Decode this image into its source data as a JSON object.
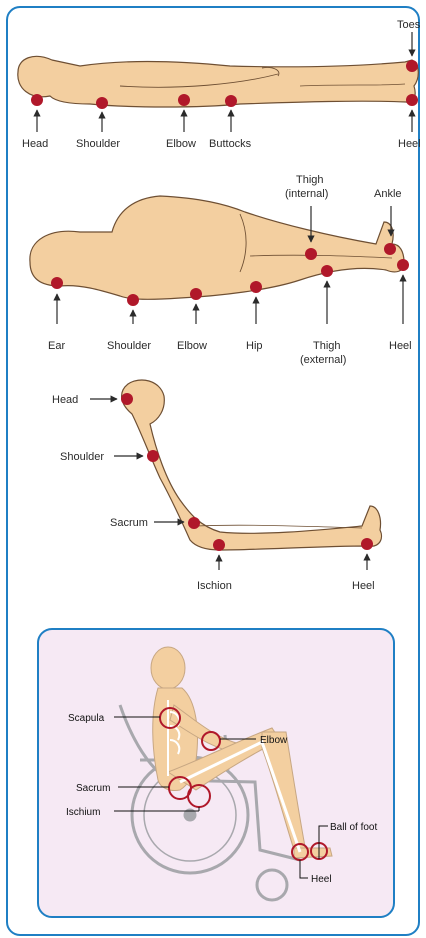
{
  "supine": {
    "labels": {
      "toes": "Toes",
      "head": "Head",
      "shoulder": "Shoulder",
      "elbow": "Elbow",
      "buttocks": "Buttocks",
      "heel": "Heel"
    }
  },
  "side_lying": {
    "labels": {
      "thigh_internal_1": "Thigh",
      "thigh_internal_2": "(internal)",
      "ankle": "Ankle",
      "ear": "Ear",
      "shoulder": "Shoulder",
      "elbow": "Elbow",
      "hip": "Hip",
      "thigh_external_1": "Thigh",
      "thigh_external_2": "(external)",
      "heel": "Heel"
    }
  },
  "sitting": {
    "labels": {
      "head": "Head",
      "shoulder": "Shoulder",
      "sacrum": "Sacrum",
      "ischion": "Ischion",
      "heel": "Heel"
    }
  },
  "wheelchair": {
    "labels": {
      "scapula": "Scapula",
      "elbow": "Elbow",
      "sacrum": "Sacrum",
      "ischium": "Ischium",
      "ball_of_foot": "Ball of foot",
      "heel": "Heel"
    }
  },
  "colors": {
    "frame": "#1f7fc4",
    "skin": "#f3cfa0",
    "outline": "#6e4f33",
    "pressure_point": "#b0182a",
    "panel_bg": "#f6e9f4",
    "panel_border": "#1f7fc4"
  }
}
